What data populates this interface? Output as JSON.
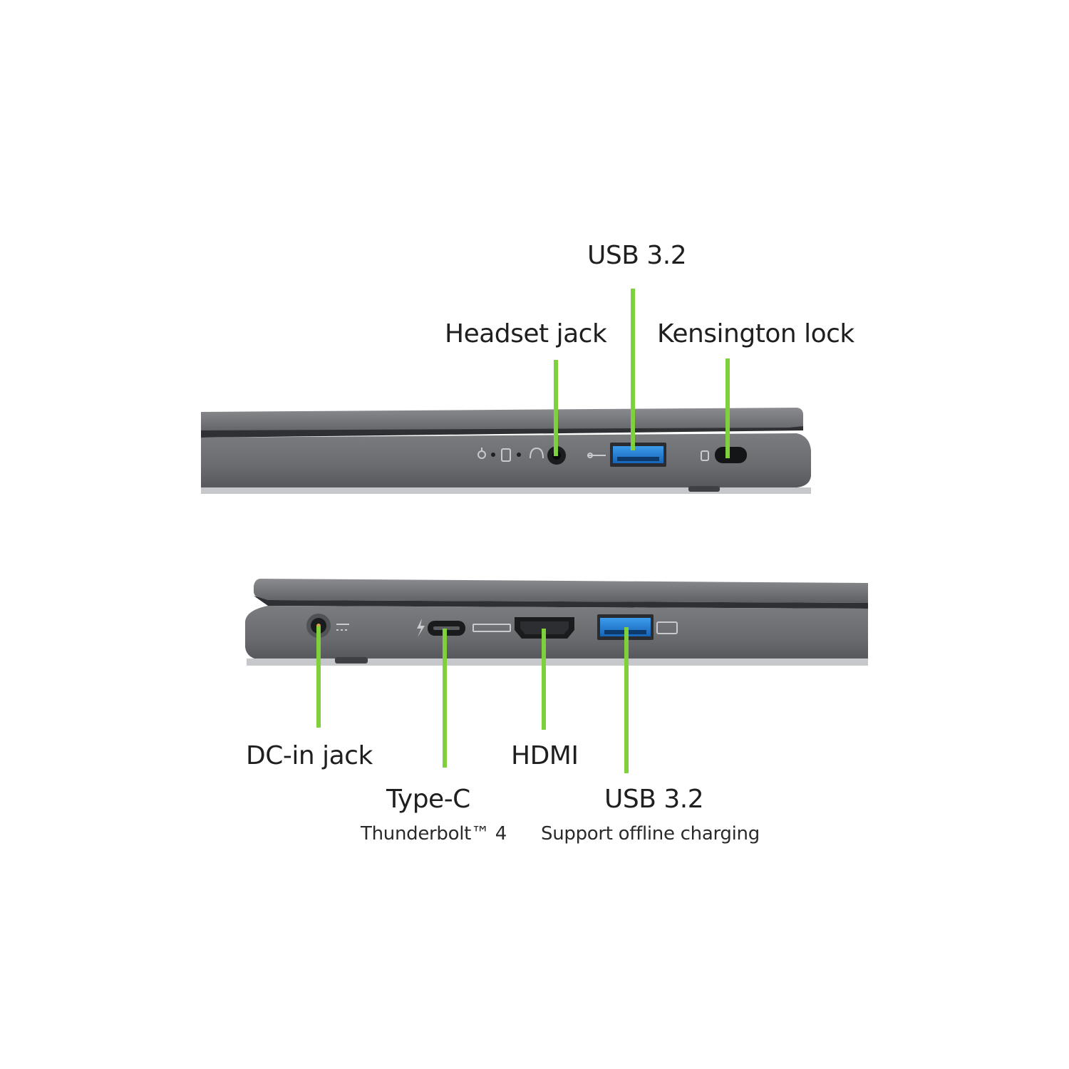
{
  "colors": {
    "leader": "#7ed13a",
    "chassis": "#6b6d71",
    "chassis_dark": "#3c3e42",
    "usb_blue": "#1f7fd6"
  },
  "right_side": {
    "callouts": [
      {
        "label": "USB 3.2"
      },
      {
        "label": "Headset jack"
      },
      {
        "label": "Kensington lock"
      }
    ]
  },
  "left_side": {
    "callouts": [
      {
        "label": "DC-in jack"
      },
      {
        "label": "Type-C",
        "sublabel": "Thunderbolt™ 4"
      },
      {
        "label": "HDMI"
      },
      {
        "label": "USB 3.2",
        "sublabel": "Support offline charging"
      }
    ]
  },
  "icons": [
    "power-icon",
    "battery-icon",
    "headset-icon",
    "usb-icon",
    "lock-icon",
    "dc-icon",
    "thunderbolt-icon",
    "hdmi-icon",
    "usb-charge-icon"
  ]
}
